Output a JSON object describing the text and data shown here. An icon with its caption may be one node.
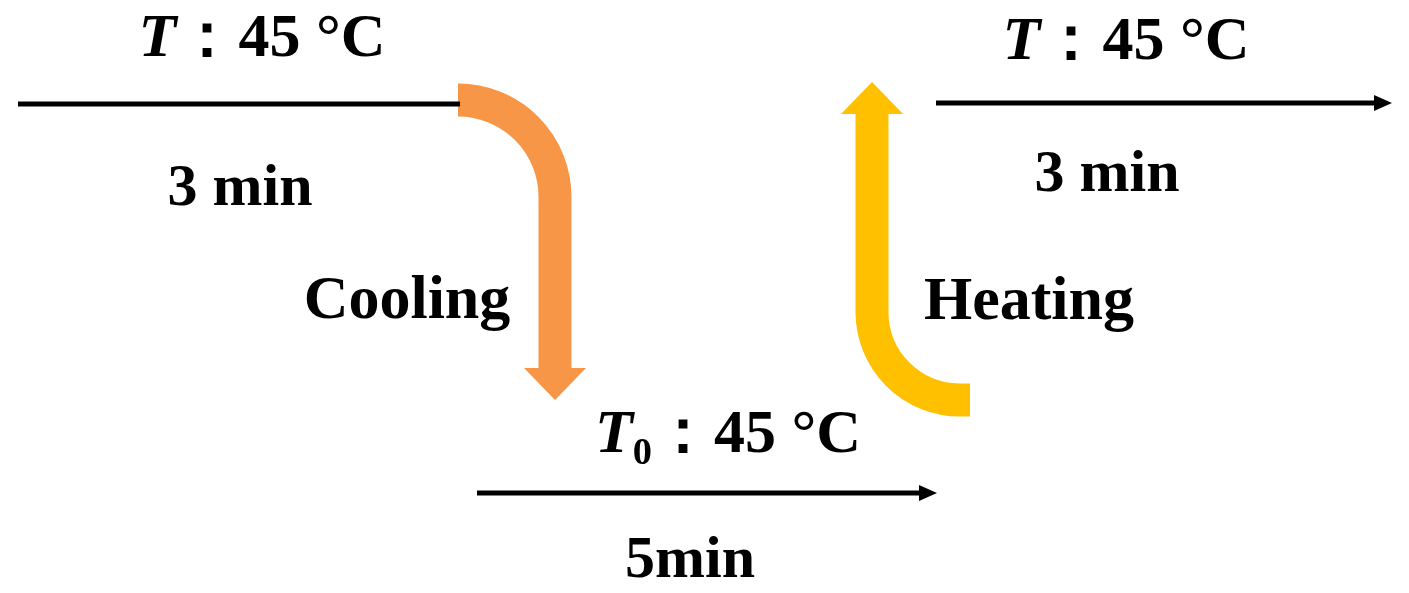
{
  "diagram": {
    "nodes": [
      {
        "text": [
          "*T*：45 °C",
          "3 min"
        ]
      },
      {
        "text": [
          "*T*$_{0}$：45 °C",
          "5min"
        ]
      },
      {
        "text": [
          "*T*：45 °C",
          "3 min"
        ]
      }
    ],
    "edges": [
      {
        "from": 0,
        "to": 1,
        "arrow": "to",
        "label": "Cooling",
        "color": "#f79646"
      },
      {
        "from": 1,
        "to": 2,
        "arrow": "to",
        "label": "Heating",
        "color": "#ffc000"
      }
    ]
  }
}
